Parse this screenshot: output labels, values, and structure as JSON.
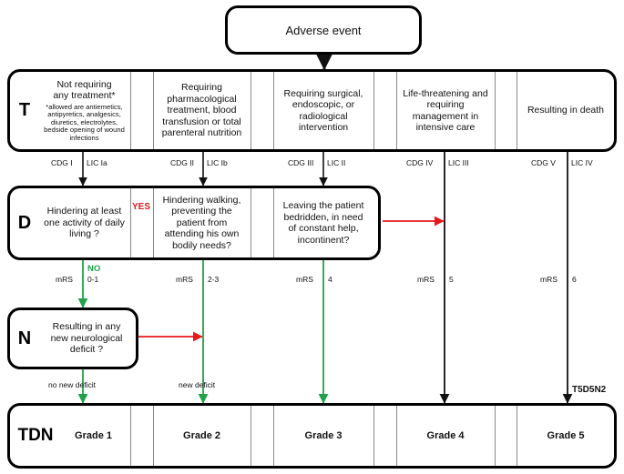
{
  "figure": {
    "title_box": {
      "label": "Adverse event"
    },
    "rows": [
      {
        "key": "T",
        "label": "T",
        "cells": [
          {
            "text": "Not requiring\nany treatment*",
            "footnote": "*allowed are antiemetics, antipyretics, analgesics, diuretics, electrolytes, bedside opening of wound infections"
          },
          {
            "text": "Requiring\npharmacological\ntreatment, blood\ntransfusion or total\nparenteral nutrition",
            "footnote": ""
          },
          {
            "text": "Requiring surgical,\nendoscopic, or\nradiological\nintervention",
            "footnote": ""
          },
          {
            "text": "Life-threatening and\nrequiring\nmanagement in\nintensive care",
            "footnote": ""
          },
          {
            "text": "Resulting in death",
            "footnote": ""
          }
        ]
      },
      {
        "key": "D",
        "label": "D",
        "cells": [
          {
            "text": "Hindering at least\none activity of daily\nliving ?"
          },
          {
            "text": "Hindering walking,\npreventing the\npatient from\nattending his own\nbodily needs?"
          },
          {
            "text": "Leaving the patient\nbedridden, in need\nof constant help,\nincontinent?"
          }
        ]
      },
      {
        "key": "N",
        "label": "N",
        "cells": [
          {
            "text": "Resulting in any\nnew neurological\ndeficit ?"
          }
        ]
      },
      {
        "key": "TDN",
        "label": "TDN",
        "cells": [
          {
            "text": "Grade 1"
          },
          {
            "text": "Grade 2"
          },
          {
            "text": "Grade 3"
          },
          {
            "text": "Grade 4"
          },
          {
            "text": "Grade 5"
          }
        ]
      }
    ],
    "classification_labels": [
      {
        "cdg": "CDG I",
        "lic": "LIC Ia"
      },
      {
        "cdg": "CDG II",
        "lic": "LIC Ib"
      },
      {
        "cdg": "CDG III",
        "lic": "LIC II"
      },
      {
        "cdg": "CDG IV",
        "lic": "LIC III"
      },
      {
        "cdg": "CDG V",
        "lic": "LIC IV"
      }
    ],
    "mrs_labels": [
      {
        "prefix": "mRS",
        "value": "0-1"
      },
      {
        "prefix": "mRS",
        "value": "2-3"
      },
      {
        "prefix": "mRS",
        "value": "4"
      },
      {
        "prefix": "mRS",
        "value": "5"
      },
      {
        "prefix": "mRS",
        "value": "6"
      }
    ],
    "decision_labels": {
      "yes": "YES",
      "no": "NO",
      "no_new_deficit": "no new  deficit",
      "new_deficit": "new  deficit"
    },
    "annotation": {
      "code": "T5D5N2"
    },
    "colors": {
      "yes_arrow": "#e8181c",
      "no_arrow": "#1ea346",
      "black_arrow": "#111111",
      "box_border": "#000000",
      "divider": "#8a8a8a",
      "background": "#ffffff"
    }
  }
}
